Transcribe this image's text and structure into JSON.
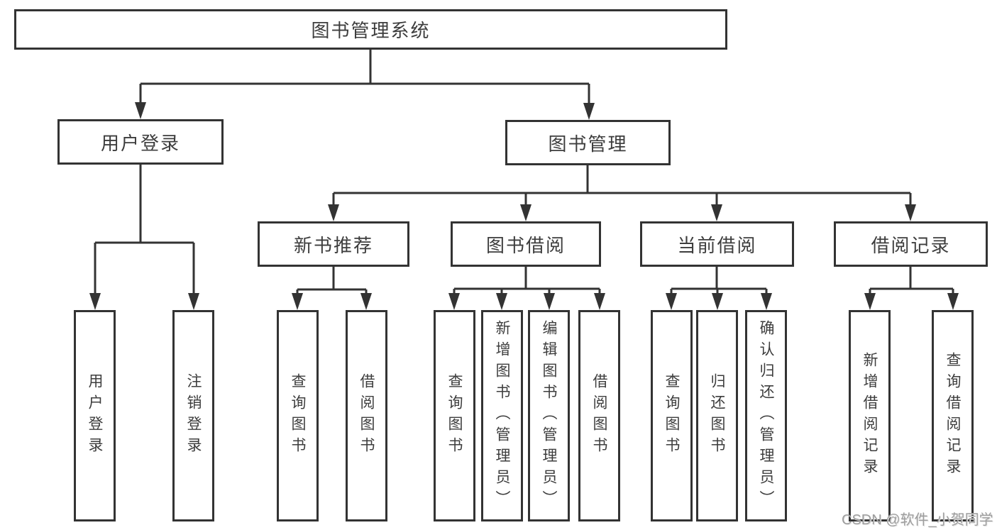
{
  "diagram_title": "图书管理系统",
  "nodes": {
    "root": {
      "label": "图书管理系统"
    },
    "level2": {
      "user_login": {
        "label": "用户登录"
      },
      "book_mgmt": {
        "label": "图书管理"
      }
    },
    "level3": {
      "new_book_rec": {
        "label": "新书推荐"
      },
      "book_borrow": {
        "label": "图书借阅"
      },
      "current_borrow": {
        "label": "当前借阅"
      },
      "borrow_records": {
        "label": "借阅记录"
      }
    },
    "leaves": {
      "user_login": [
        "用户登录",
        "注销登录"
      ],
      "new_book_rec": [
        "查询图书",
        "借阅图书"
      ],
      "book_borrow": [
        "查询图书",
        "新增图书（管理员）",
        "编辑图书（管理员）",
        "借阅图书"
      ],
      "current_borrow": [
        "查询图书",
        "归还图书",
        "确认归还（管理员）"
      ],
      "borrow_records": [
        "新增借阅记录",
        "查询借阅记录"
      ]
    }
  },
  "watermark": "CSDN @软件_小贺同学",
  "colors": {
    "line": "#333333",
    "box_border": "#333333",
    "text": "#3d3d3d",
    "background": "#ffffff",
    "watermark": "#9e9e9e"
  }
}
